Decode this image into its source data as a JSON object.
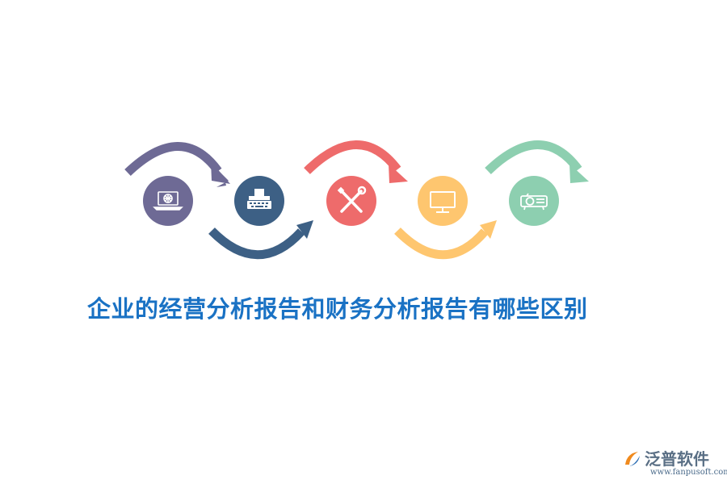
{
  "headline": "企业的经营分析报告和财务分析报告有哪些区别",
  "steps": [
    {
      "icon": "laptop-globe-icon",
      "color": "#6e6a95"
    },
    {
      "icon": "typewriter-icon",
      "color": "#3d6085"
    },
    {
      "icon": "wrench-screwdriver-icon",
      "color": "#ee6b6b"
    },
    {
      "icon": "monitor-icon",
      "color": "#fec66f"
    },
    {
      "icon": "projector-icon",
      "color": "#8dcfb0"
    }
  ],
  "brand": {
    "name": "泛普软件",
    "url": "www.fanpusoft.com",
    "colors": {
      "text": "#5a6f85",
      "mark_orange": "#f08a1e",
      "mark_blue": "#2e6fb4"
    }
  },
  "colors": {
    "headline": "#1a72c4",
    "background": "#ffffff"
  }
}
